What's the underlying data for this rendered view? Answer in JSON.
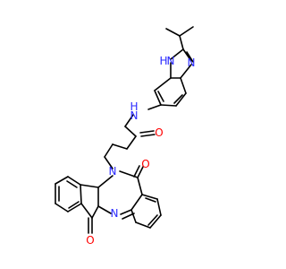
{
  "molecule": {
    "colors": {
      "bond": "#000000",
      "nitrogen": "#2a2aff",
      "oxygen": "#ff0000",
      "background": "#ffffff"
    },
    "labels": {
      "nh_imidazole": "H",
      "n_imidazole_nh": "N",
      "n_imidazole": "N",
      "amide_nh": "H",
      "amide_n": "N",
      "amide_o": "O",
      "quin_n": "N",
      "quin_o": "O",
      "ring_n": "N",
      "indole_o": "O"
    }
  }
}
